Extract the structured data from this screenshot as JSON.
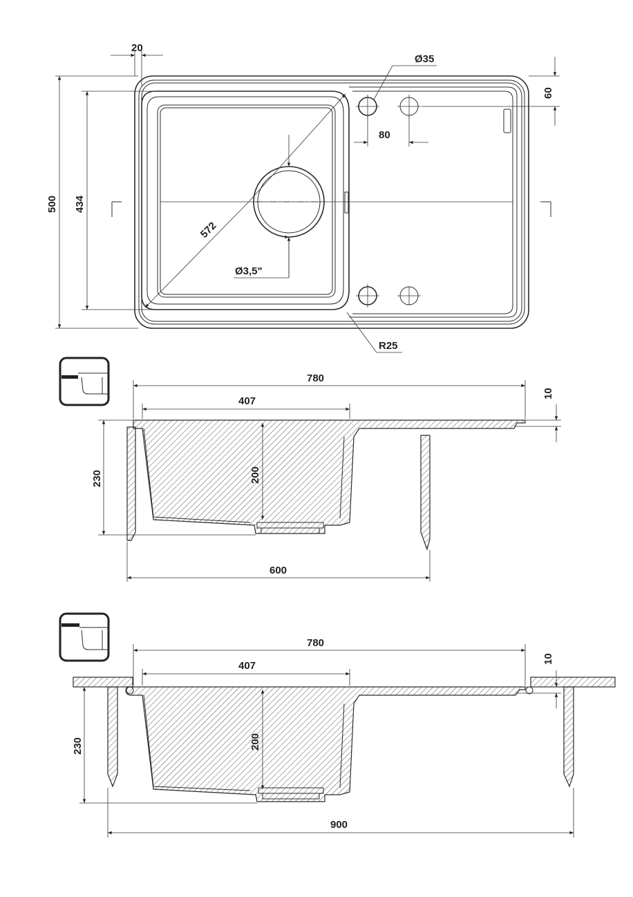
{
  "top_view": {
    "dim_flange": "20",
    "dim_hole": "Ø35",
    "dim_edge": "60",
    "dim_spacing": "80",
    "dim_length": "500",
    "dim_inner_length": "434",
    "dim_diagonal": "572",
    "dim_drain": "Ø3,5\"",
    "dim_radius": "R25"
  },
  "section_top_mount": {
    "dim_overall": "780",
    "dim_bowl": "407",
    "dim_rim": "10",
    "dim_height": "230",
    "dim_depth": "200",
    "dim_cabinet": "600"
  },
  "section_flush_mount": {
    "dim_overall": "780",
    "dim_bowl": "407",
    "dim_rim": "10",
    "dim_height": "230",
    "dim_depth": "200",
    "dim_cabinet": "900"
  }
}
